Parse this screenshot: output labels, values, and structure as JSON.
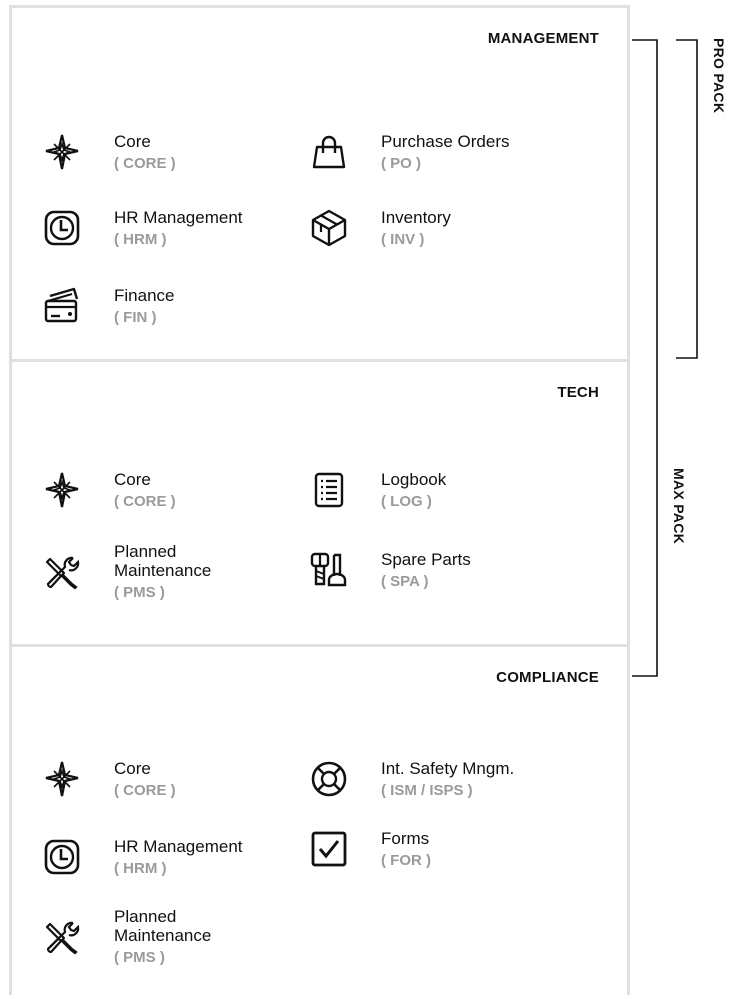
{
  "sections": [
    {
      "id": "management",
      "title": "MANAGEMENT",
      "modules": [
        {
          "name": "Core",
          "code": "( CORE )",
          "icon": "compass-star-icon"
        },
        {
          "name": "Purchase Orders",
          "code": "( PO )",
          "icon": "shopping-bag-icon"
        },
        {
          "name": "HR Management",
          "code": "( HRM )",
          "icon": "clock-icon"
        },
        {
          "name": "Inventory",
          "code": "( INV )",
          "icon": "box-icon"
        },
        {
          "name": "Finance",
          "code": "( FIN )",
          "icon": "credit-cards-icon"
        }
      ]
    },
    {
      "id": "tech",
      "title": "TECH",
      "modules": [
        {
          "name": "Core",
          "code": "( CORE )",
          "icon": "compass-star-icon"
        },
        {
          "name": "Logbook",
          "code": "( LOG )",
          "icon": "document-list-icon"
        },
        {
          "name": "Planned Maintenance",
          "code": "( PMS )",
          "icon": "tools-icon"
        },
        {
          "name": "Spare Parts",
          "code": "( SPA )",
          "icon": "bolts-icon"
        }
      ]
    },
    {
      "id": "compliance",
      "title": "COMPLIANCE",
      "modules": [
        {
          "name": "Core",
          "code": "( CORE )",
          "icon": "compass-star-icon"
        },
        {
          "name": "Int. Safety Mngm.",
          "code": "( ISM / ISPS )",
          "icon": "lifebuoy-icon"
        },
        {
          "name": "HR Management",
          "code": "( HRM )",
          "icon": "clock-icon"
        },
        {
          "name": "Forms",
          "code": "( FOR )",
          "icon": "checkbox-icon"
        },
        {
          "name": "Planned Maintenance",
          "code": "( PMS )",
          "icon": "tools-icon"
        }
      ]
    }
  ],
  "packs": {
    "pro": "PRO PACK",
    "max": "MAX PACK"
  }
}
